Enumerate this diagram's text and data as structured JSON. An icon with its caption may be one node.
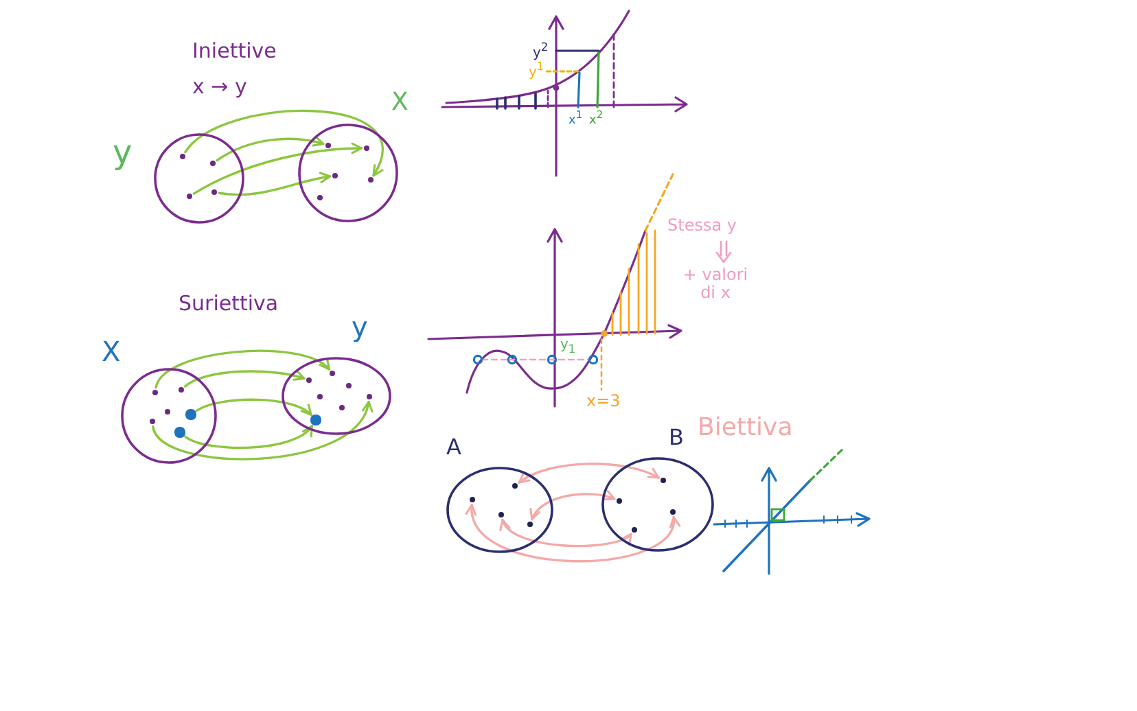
{
  "diagram": {
    "nodes": [
      {
        "text": [
          "y"
        ]
      },
      {
        "text": [],
        "shape": "circle",
        "in": 0
      },
      {
        "text": [],
        "shape": "circle",
        "in": 0
      },
      {
        "text": [],
        "shape": "circle",
        "in": 0
      },
      {
        "text": [],
        "shape": "circle",
        "in": 0
      },
      {
        "text": [
          "X"
        ]
      },
      {
        "text": [],
        "shape": "circle",
        "in": 5
      },
      {
        "text": [],
        "shape": "circle",
        "in": 5
      },
      {
        "text": [],
        "shape": "circle",
        "in": 5
      },
      {
        "text": [],
        "shape": "circle",
        "in": 5
      },
      {
        "text": [],
        "shape": "circle",
        "in": 5
      },
      {
        "text": [
          "X"
        ]
      },
      {
        "text": [],
        "shape": "circle",
        "in": 11
      },
      {
        "text": [],
        "shape": "circle",
        "in": 11
      },
      {
        "text": [],
        "shape": "circle",
        "in": 11
      },
      {
        "text": [],
        "shape": "circle",
        "in": 11
      },
      {
        "text": [],
        "shape": "circle",
        "in": 11
      },
      {
        "text": [],
        "shape": "circle",
        "in": 11
      },
      {
        "text": [
          "y"
        ]
      },
      {
        "text": [],
        "shape": "circle",
        "in": 18
      },
      {
        "text": [],
        "shape": "circle",
        "in": 18
      },
      {
        "text": [],
        "shape": "circle",
        "in": 18
      },
      {
        "text": [],
        "shape": "circle",
        "in": 18
      },
      {
        "text": [],
        "shape": "circle",
        "in": 18
      },
      {
        "text": [],
        "shape": "circle",
        "in": 18
      },
      {
        "text": [],
        "shape": "circle",
        "in": 18
      },
      {
        "text": [
          "A"
        ]
      },
      {
        "text": [],
        "shape": "circle",
        "in": 26
      },
      {
        "text": [],
        "shape": "circle",
        "in": 26
      },
      {
        "text": [],
        "shape": "circle",
        "in": 26
      },
      {
        "text": [],
        "shape": "circle",
        "in": 26
      },
      {
        "text": [
          "B"
        ]
      },
      {
        "text": [],
        "shape": "circle",
        "in": 31
      },
      {
        "text": [],
        "shape": "circle",
        "in": 31
      },
      {
        "text": [],
        "shape": "circle",
        "in": 31
      },
      {
        "text": [],
        "shape": "circle",
        "in": 31
      }
    ],
    "edges": [
      {
        "from": 1,
        "to": 9,
        "arrow": "to"
      },
      {
        "from": 2,
        "to": 6,
        "arrow": "to"
      },
      {
        "from": 3,
        "to": 7,
        "arrow": "to"
      },
      {
        "from": 4,
        "to": 8,
        "arrow": "to"
      },
      {
        "from": 12,
        "to": 19,
        "arrow": "to"
      },
      {
        "from": 13,
        "to": 20,
        "arrow": "to"
      },
      {
        "from": 15,
        "to": 25,
        "arrow": "to"
      },
      {
        "from": 17,
        "to": 25,
        "arrow": "to"
      },
      {
        "from": 16,
        "to": 23,
        "arrow": "to"
      },
      {
        "from": 27,
        "to": 32,
        "arrow": "both",
        "color": "#f4a9a8"
      },
      {
        "from": 30,
        "to": 33,
        "arrow": "both",
        "color": "#f4a9a8"
      },
      {
        "from": 29,
        "to": 35,
        "arrow": "both",
        "color": "#f4a9a8"
      },
      {
        "from": 28,
        "to": 34,
        "arrow": "both",
        "color": "#f4a9a8"
      }
    ],
    "labels": [
      "Iniettive",
      "x → y",
      "y$^{2}$",
      "y$^{1}$",
      "x$^{1}$",
      "x$^{2}$",
      "Suriettiva",
      "Stessa y",
      "+ valori di x",
      "y$_{1}$",
      "x=3",
      "Biettiva"
    ]
  }
}
